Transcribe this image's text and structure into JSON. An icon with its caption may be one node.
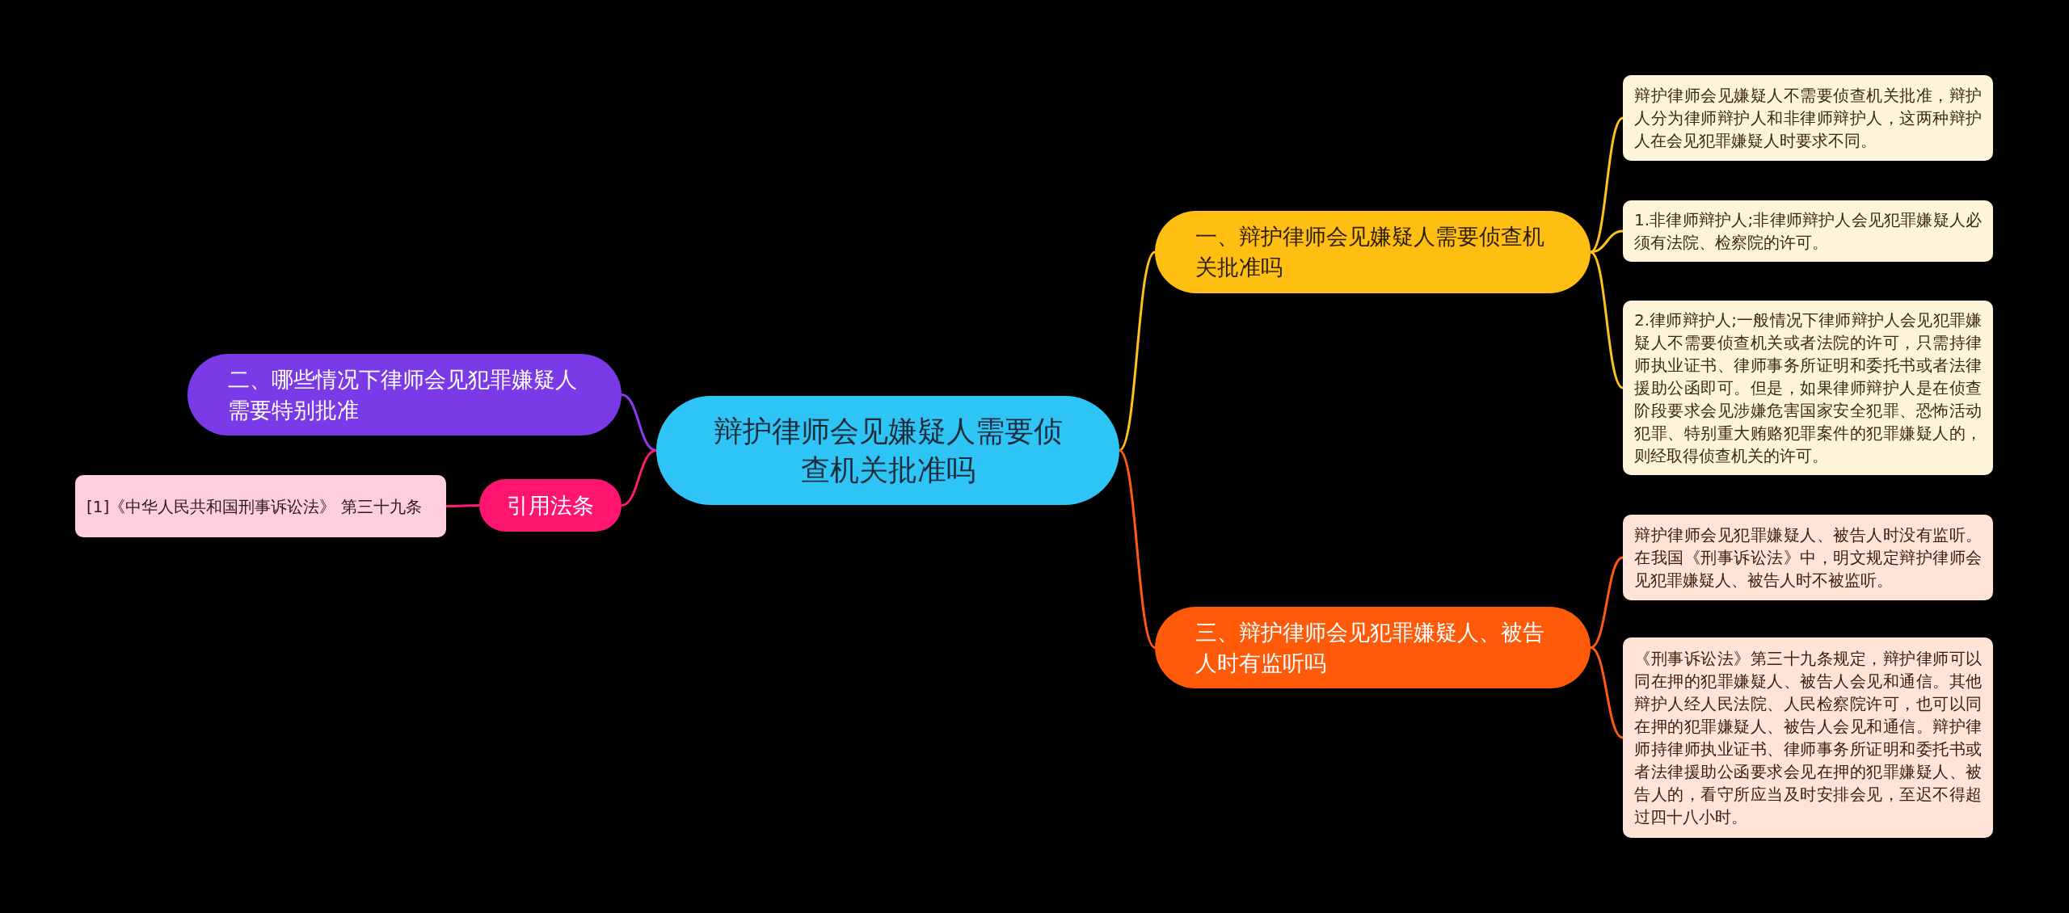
{
  "diagram": {
    "nodes": [
      {
        "text": [
          "辩护律师会见嫌疑人需要侦查机关批准吗"
        ]
      },
      {
        "text": [
          "一、辩护律师会见嫌疑人需要侦查机关批准吗"
        ]
      },
      {
        "text": [
          "辩护律师会见嫌疑人不需要侦查机关批准，辩护人分为律师辩护人和非律师辩护人，这两种辩护人在会见犯罪嫌疑人时要求不同。"
        ]
      },
      {
        "text": [
          "1.非律师辩护人;非律师辩护人会见犯罪嫌疑人必须有法院、检察院的许可。"
        ]
      },
      {
        "text": [
          "2.律师辩护人;一般情况下律师辩护人会见犯罪嫌疑人不需要侦查机关或者法院的许可，只需持律师执业证书、律师事务所证明和委托书或者法律援助公函即可。但是，如果律师辩护人是在侦查阶段要求会见涉嫌危害国家安全犯罪、恐怖活动犯罪、特别重大贿赂犯罪案件的犯罪嫌疑人的，则经取得侦查机关的许可。"
        ]
      },
      {
        "text": [
          "三、辩护律师会见犯罪嫌疑人、被告人时有监听吗"
        ]
      },
      {
        "text": [
          "辩护律师会见犯罪嫌疑人、被告人时没有监听。在我国《刑事诉讼法》中，明文规定辩护律师会见犯罪嫌疑人、被告人时不被监听。"
        ]
      },
      {
        "text": [
          "《刑事诉讼法》第三十九条规定，辩护律师可以同在押的犯罪嫌疑人、被告人会见和通信。其他辩护人经人民法院、人民检察院许可，也可以同在押的犯罪嫌疑人、被告人会见和通信。辩护律师持律师执业证书、律师事务所证明和委托书或者法律援助公函要求会见在押的犯罪嫌疑人、被告人的，看守所应当及时安排会见，至迟不得超过四十八小时。"
        ]
      },
      {
        "text": [
          "二、哪些情况下律师会见犯罪嫌疑人需要特别批准"
        ]
      },
      {
        "text": [
          "引用法条"
        ]
      },
      {
        "text": [
          "[1]《中华人民共和国刑事诉讼法》 第三十九条"
        ]
      }
    ],
    "edges": [
      {
        "from": 0,
        "to": 1,
        "arrow": "none",
        "color": "#ffc21a"
      },
      {
        "from": 1,
        "to": 2,
        "arrow": "none",
        "color": "#ffc21a"
      },
      {
        "from": 1,
        "to": 3,
        "arrow": "none",
        "color": "#ffc21a"
      },
      {
        "from": 1,
        "to": 4,
        "arrow": "none",
        "color": "#ffc21a"
      },
      {
        "from": 0,
        "to": 5,
        "arrow": "none",
        "color": "#ff5a14"
      },
      {
        "from": 5,
        "to": 6,
        "arrow": "none",
        "color": "#ff5a14"
      },
      {
        "from": 5,
        "to": 7,
        "arrow": "none",
        "color": "#ff5a14"
      },
      {
        "from": 0,
        "to": 8,
        "arrow": "none",
        "color": "#8a3cf0"
      },
      {
        "from": 0,
        "to": 9,
        "arrow": "none",
        "color": "#ff1a73"
      },
      {
        "from": 9,
        "to": 10,
        "arrow": "none",
        "color": "#ff1a73"
      }
    ]
  }
}
